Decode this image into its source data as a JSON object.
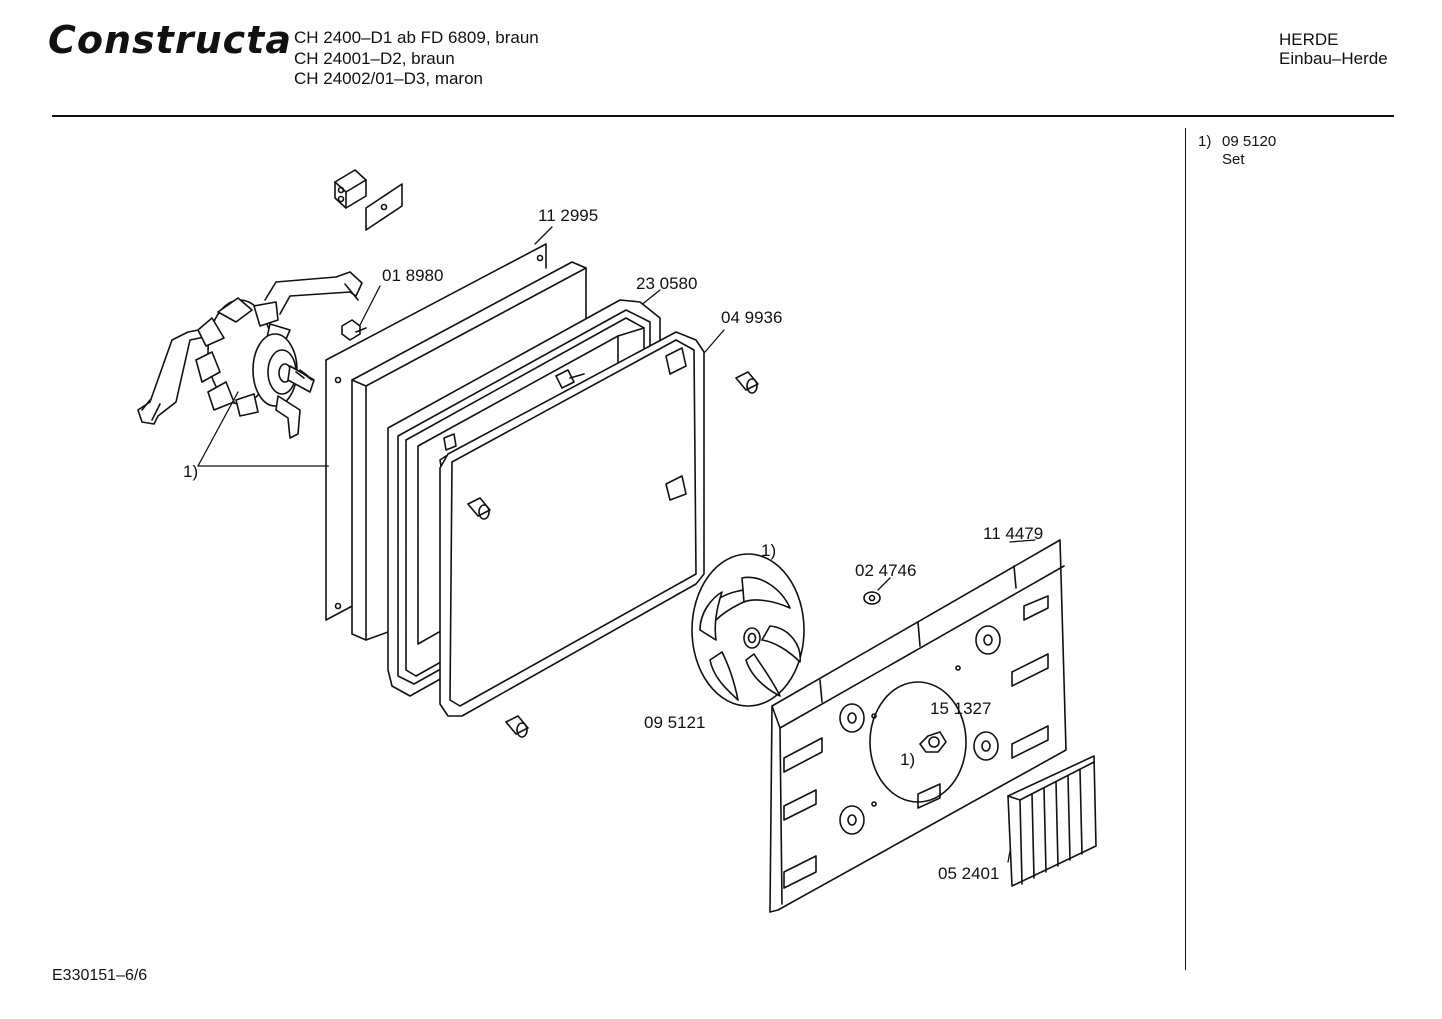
{
  "header": {
    "brand": "Constructa",
    "models": [
      "CH 2400–D1 ab FD 6809, braun",
      "CH 24001–D2, braun",
      "CH 24002/01–D3, maron"
    ],
    "category": "HERDE",
    "subcategory": "Einbau–Herde"
  },
  "note": {
    "number": "1)",
    "part": "09 5120",
    "description": "Set"
  },
  "parts": {
    "p112995": "11 2995",
    "p018980": "01 8980",
    "p230580": "23 0580",
    "p049936": "04 9936",
    "ref1_left": "1)",
    "ref1_fan": "1)",
    "p114479": "11 4479",
    "p024746": "02 4746",
    "p151327": "15 1327",
    "ref1_nut": "1)",
    "p095121": "09 5121",
    "p052401": "05 2401"
  },
  "footer": {
    "code": "E330151–6/6"
  }
}
